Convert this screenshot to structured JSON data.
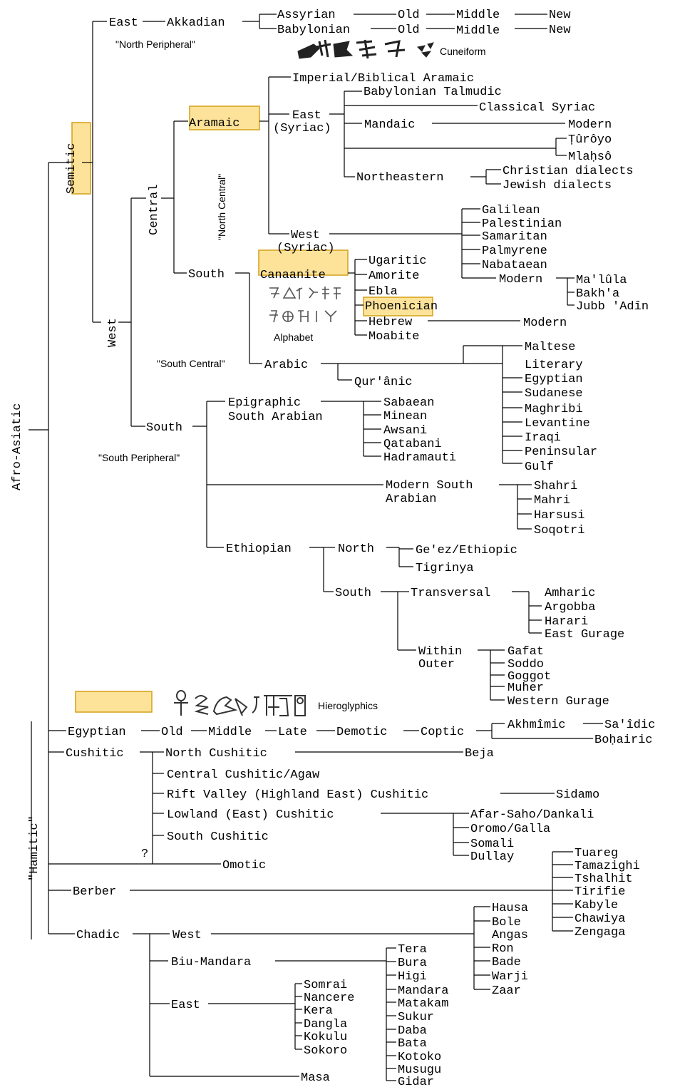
{
  "colors": {
    "highlight_fill": "#fde39a",
    "highlight_border": "#d4a017",
    "line": "#000000",
    "background": "#ffffff"
  },
  "icons": {
    "cuneiform": "cuneiform-glyphs-icon",
    "alphabet": "phoenician-alphabet-icon",
    "hieroglyphics": "egyptian-hieroglyphs-icon"
  },
  "labels": {
    "afro_asiatic": "Afro-Asiatic",
    "semitic": "Semitic",
    "hamitic": "\"Hamitic\"",
    "east": "East",
    "akkadian": "Akkadian",
    "north_peripheral": "\"North Peripheral\"",
    "assyrian": "Assyrian",
    "babylonian": "Babylonian",
    "old": "Old",
    "middle": "Middle",
    "new": "New",
    "cuneiform": "Cuneiform",
    "west": "West",
    "central": "Central",
    "north_central": "\"North Central\"",
    "aramaic": "Aramaic",
    "imperial_aramaic": "Imperial/Biblical Aramaic",
    "east_syriac": "East",
    "east_syriac_2": "(Syriac)",
    "babylonian_talmudic": "Babylonian Talmudic",
    "classical_syriac": "Classical Syriac",
    "mandaic": "Mandaic",
    "modern": "Modern",
    "turoyo": "Ṭûrôyo",
    "mlahso": "Mlaḥsô",
    "northeastern": "Northeastern",
    "christian_dialects": "Christian dialects",
    "jewish_dialects": "Jewish dialects",
    "west_syriac": "West",
    "west_syriac_2": "(Syriac)",
    "galilean": "Galilean",
    "palestinian": "Palestinian",
    "samaritan": "Samaritan",
    "palmyrene": "Palmyrene",
    "nabataean": "Nabataean",
    "malula": "Ma'lûla",
    "bakha": "Bakh'a",
    "jubb_adin": "Jubb 'Adîn",
    "south": "South",
    "canaanite": "Canaanite",
    "ugaritic": "Ugaritic",
    "amorite": "Amorite",
    "ebla": "Ebla",
    "phoenician": "Phoenician",
    "hebrew": "Hebrew",
    "moabite": "Moabite",
    "alphabet": "Alphabet",
    "south_central": "\"South Central\"",
    "arabic": "Arabic",
    "quranic": "Qur'ânic",
    "maltese": "Maltese",
    "literary": "Literary",
    "egyptian_ar": "Egyptian",
    "sudanese": "Sudanese",
    "maghribi": "Maghribi",
    "levantine": "Levantine",
    "iraqi": "Iraqi",
    "peninsular": "Peninsular",
    "gulf": "Gulf",
    "epigraphic": "Epigraphic",
    "south_arabian": "South Arabian",
    "sabaean": "Sabaean",
    "minean": "Minean",
    "awsani": "Awsani",
    "qatabani": "Qatabani",
    "hadramauti": "Hadramauti",
    "south_peripheral": "\"South Peripheral\"",
    "modern_south": "Modern South",
    "arabian": "Arabian",
    "shahri": "Shahri",
    "mahri": "Mahri",
    "harsusi": "Harsusi",
    "soqotri": "Soqotri",
    "ethiopian": "Ethiopian",
    "north": "North",
    "geez": "Ge'ez/Ethiopic",
    "tigrinya": "Tigrinya",
    "transversal": "Transversal",
    "amharic": "Amharic",
    "argobba": "Argobba",
    "harari": "Harari",
    "east_gurage": "East Gurage",
    "within": "Within",
    "outer": "Outer",
    "gafat": "Gafat",
    "soddo": "Soddo",
    "goggot": "Goggot",
    "muher": "Muher",
    "western_gurage": "Western Gurage",
    "hieroglyphics": "Hieroglyphics",
    "egyptian": "Egyptian",
    "late": "Late",
    "demotic": "Demotic",
    "coptic": "Coptic",
    "akhmimic": "Akhmîmic",
    "saidic": "Sa'îdic",
    "bohairic": "Boḥairic",
    "cushitic": "Cushitic",
    "north_cushitic": "North Cushitic",
    "beja": "Beja",
    "central_cushitic": "Central Cushitic/Agaw",
    "rift_valley": "Rift Valley (Highland East) Cushitic",
    "sidamo": "Sidamo",
    "lowland": "Lowland (East) Cushitic",
    "afar": "Afar-Saho/Dankali",
    "oromo": "Oromo/Galla",
    "somali": "Somali",
    "dullay": "Dullay",
    "south_cushitic": "South Cushitic",
    "question": "?",
    "omotic": "Omotic",
    "berber": "Berber",
    "tuareg": "Tuareg",
    "tamazighi": "Tamazighi",
    "tshalhit": "Tshalhit",
    "tirifie": "Tirifie",
    "kabyle": "Kabyle",
    "chawiya": "Chawiya",
    "zengaga": "Zengaga",
    "chadic": "Chadic",
    "west_chadic": "West",
    "hausa": "Hausa",
    "bole": "Bole",
    "angas": "Angas",
    "ron": "Ron",
    "bade": "Bade",
    "warji": "Warji",
    "zaar": "Zaar",
    "biu_mandara": "Biu-Mandara",
    "tera": "Tera",
    "bura": "Bura",
    "higi": "Higi",
    "mandara": "Mandara",
    "matakam": "Matakam",
    "sukur": "Sukur",
    "daba": "Daba",
    "bata": "Bata",
    "kotoko": "Kotoko",
    "musugu": "Musugu",
    "gidar": "Gidar",
    "east_chadic": "East",
    "somrai": "Somrai",
    "nancere": "Nancere",
    "kera": "Kera",
    "dangla": "Dangla",
    "kokulu": "Kokulu",
    "sokoro": "Sokoro",
    "masa": "Masa"
  }
}
